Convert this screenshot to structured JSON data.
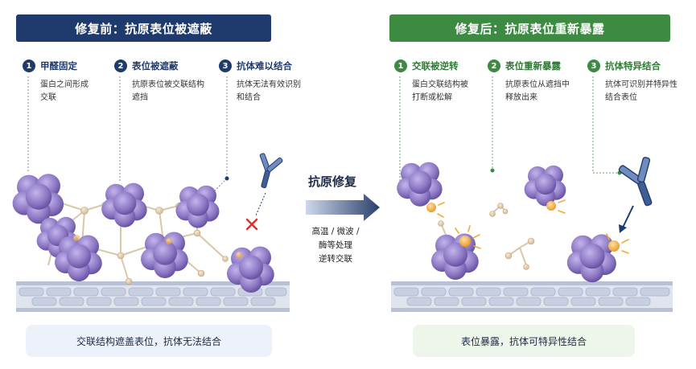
{
  "before": {
    "banner": "修复前：抗原表位被遮蔽",
    "steps": [
      {
        "num": "1",
        "title": "甲醛固定",
        "desc_lines": [
          "蛋白之间形成",
          "交联"
        ]
      },
      {
        "num": "2",
        "title": "表位被遮蔽",
        "desc_lines": [
          "抗原表位被交联结构",
          "遮挡"
        ]
      },
      {
        "num": "3",
        "title": "抗体难以结合",
        "desc_lines": [
          "抗体无法有效识别",
          "和结合"
        ]
      }
    ],
    "caption": "交联结构遮盖表位，抗体无法结合"
  },
  "middle": {
    "title": "抗原修复",
    "lines": [
      "高温 / 微波 /",
      "酶等处理",
      "逆转交联"
    ]
  },
  "after": {
    "banner": "修复后：抗原表位重新暴露",
    "steps": [
      {
        "num": "1",
        "title": "交联被逆转",
        "desc_lines": [
          "蛋白交联结构被",
          "打断或松解"
        ]
      },
      {
        "num": "2",
        "title": "表位重新暴露",
        "desc_lines": [
          "抗原表位从遮挡中",
          "释放出来"
        ]
      },
      {
        "num": "3",
        "title": "抗体特异结合",
        "desc_lines": [
          "抗体可识别并特异性",
          "结合表位"
        ]
      }
    ],
    "caption": "表位暴露，抗体可特异性结合"
  },
  "colors": {
    "navy": "#1f3b6e",
    "green": "#3d8a43",
    "protein": "#8d79c4",
    "epitope": "#f2a93b",
    "membrane": "#c7cfe0",
    "block_mark": "#e0312c"
  }
}
